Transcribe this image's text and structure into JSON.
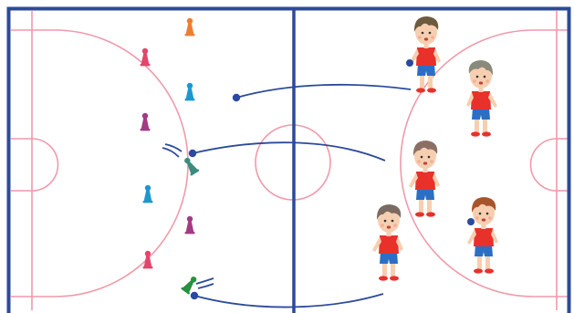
{
  "court": {
    "border_color": "#2c4a99",
    "line_color": "#ef9aaa",
    "background": "#ffffff"
  },
  "pawns": [
    {
      "id": "orange-top",
      "color": "#ee7d34"
    },
    {
      "id": "pink-1",
      "color": "#e2466b"
    },
    {
      "id": "blue-1",
      "color": "#1e97cf"
    },
    {
      "id": "purple-1",
      "color": "#a23b85"
    },
    {
      "id": "blue-2",
      "color": "#1e97cf"
    },
    {
      "id": "purple-2",
      "color": "#a23b85"
    },
    {
      "id": "pink-2",
      "color": "#e2466b"
    }
  ],
  "tipped_pawns": [
    {
      "id": "teal-tipped",
      "color": "#3c8b7f"
    },
    {
      "id": "green-tipped",
      "color": "#25923f"
    }
  ],
  "ball_color": "#2a4aa0",
  "pass_line_color": "#2c4a99",
  "players": [
    {
      "id": "player-top",
      "hair": "#6e5a3e",
      "shirt": "#e8312b",
      "shorts": "#2a6fc4"
    },
    {
      "id": "player-right-top",
      "hair": "#8a8a7c",
      "shirt": "#e8312b",
      "shorts": "#2a6fc4"
    },
    {
      "id": "player-middle",
      "hair": "#8c6f64",
      "shirt": "#e8312b",
      "shorts": "#2a6fc4"
    },
    {
      "id": "player-bottom-left",
      "hair": "#7a6a62",
      "shirt": "#e8312b",
      "shorts": "#2a6fc4"
    },
    {
      "id": "player-bottom-right",
      "hair": "#a8542a",
      "shirt": "#e8312b",
      "shorts": "#2a6fc4"
    }
  ]
}
